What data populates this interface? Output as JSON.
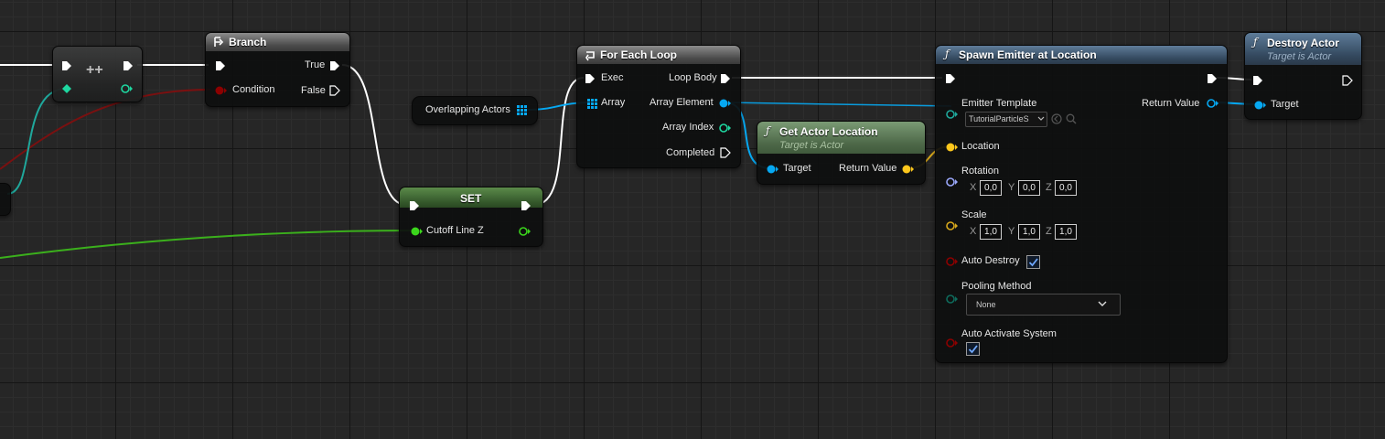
{
  "nodes": {
    "increment": {
      "op": "++"
    },
    "branch": {
      "title": "Branch",
      "true_label": "True",
      "false_label": "False",
      "condition_label": "Condition"
    },
    "overlapping_actors": {
      "label": "Overlapping Actors"
    },
    "set": {
      "title": "SET",
      "cutoff_label": "Cutoff Line Z"
    },
    "for_each": {
      "title": "For Each Loop",
      "exec_label": "Exec",
      "loop_body_label": "Loop Body",
      "array_label": "Array",
      "array_element_label": "Array Element",
      "array_index_label": "Array Index",
      "completed_label": "Completed"
    },
    "get_actor_location": {
      "title": "Get Actor Location",
      "subtitle": "Target is Actor",
      "target_label": "Target",
      "return_label": "Return Value"
    },
    "spawn_emitter": {
      "title": "Spawn Emitter at Location",
      "emitter_template_label": "Emitter Template",
      "emitter_template_value": "TutorialParticleS",
      "return_label": "Return Value",
      "location_label": "Location",
      "rotation_label": "Rotation",
      "rotation": {
        "x_label": "X",
        "x": "0,0",
        "y_label": "Y",
        "y": "0,0",
        "z_label": "Z",
        "z": "0,0"
      },
      "scale_label": "Scale",
      "scale": {
        "x_label": "X",
        "x": "1,0",
        "y_label": "Y",
        "y": "1,0",
        "z_label": "Z",
        "z": "1,0"
      },
      "auto_destroy_label": "Auto Destroy",
      "auto_destroy": true,
      "pooling_method_label": "Pooling Method",
      "pooling_method_value": "None",
      "auto_activate_label": "Auto Activate System",
      "auto_activate": true
    },
    "destroy_actor": {
      "title": "Destroy Actor",
      "subtitle": "Target is Actor",
      "target_label": "Target"
    }
  },
  "colors": {
    "exec": "#ffffff",
    "bool": "#8c0000",
    "float": "#3bd61c",
    "object": "#06a8f2",
    "vector": "#fdc71c",
    "rotator": "#9aa7fa",
    "int": "#1ed7a0",
    "teal": "#1fa89c",
    "graph_bg": "#262626"
  }
}
